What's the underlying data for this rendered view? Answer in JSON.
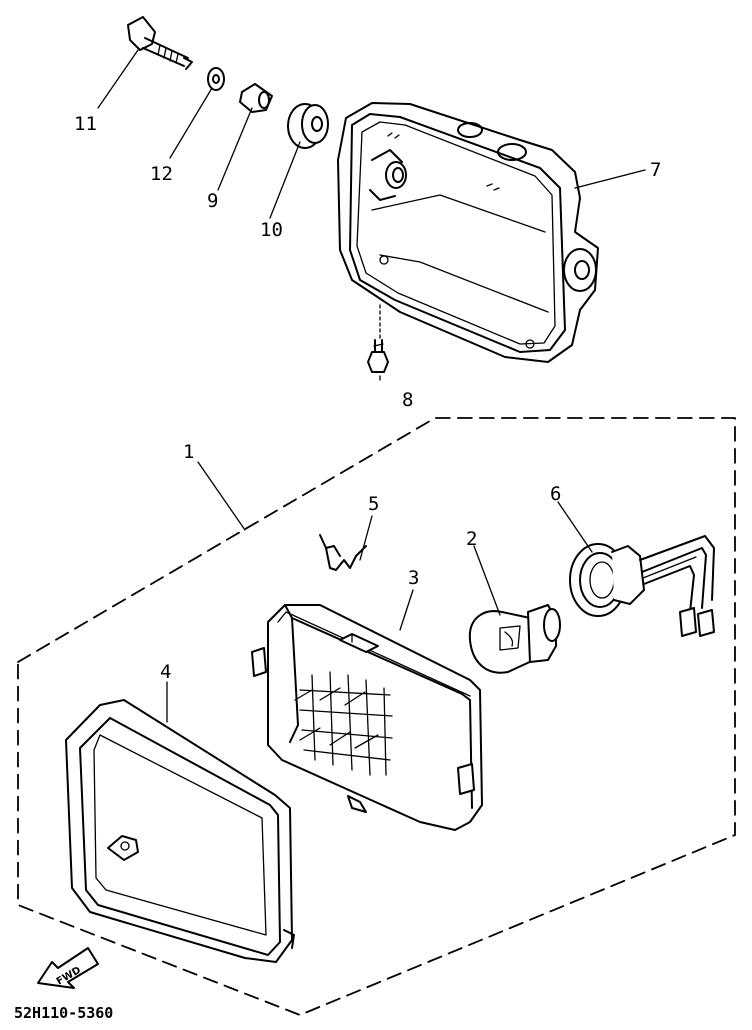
{
  "diagram": {
    "part_code": "52H110-5360",
    "fwd_label": "FWD",
    "callouts": [
      {
        "id": "c1",
        "text": "1"
      },
      {
        "id": "c2",
        "text": "2"
      },
      {
        "id": "c3",
        "text": "3"
      },
      {
        "id": "c4",
        "text": "4"
      },
      {
        "id": "c5",
        "text": "5"
      },
      {
        "id": "c6",
        "text": "6"
      },
      {
        "id": "c7",
        "text": "7"
      },
      {
        "id": "c8",
        "text": "8"
      },
      {
        "id": "c9",
        "text": "9"
      },
      {
        "id": "c10",
        "text": "10"
      },
      {
        "id": "c11",
        "text": "11"
      },
      {
        "id": "c12",
        "text": "12"
      }
    ]
  }
}
